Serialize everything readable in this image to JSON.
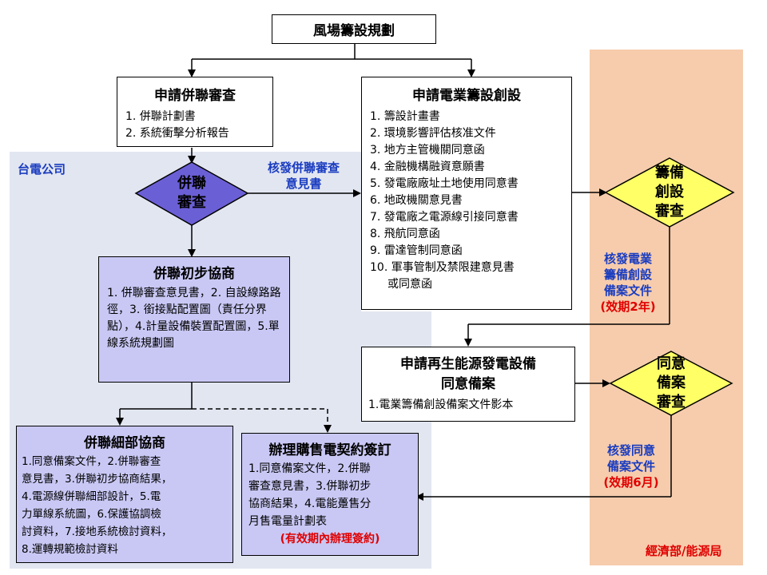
{
  "regions": {
    "taipower": "台電公司",
    "moea": "經濟部/能源局"
  },
  "top": {
    "title": "風場籌設規劃"
  },
  "apply_grid": {
    "title": "申請併聯審查",
    "items": [
      "1. 併聯計劃書",
      "2. 系統衝擊分析報告"
    ]
  },
  "apply_power": {
    "title": "申請電業籌設創設",
    "items": [
      "1. 籌設計畫書",
      "2. 環境影響評估核准文件",
      "3. 地方主管機關同意函",
      "4. 金融機構融資意願書",
      "5. 發電廠廠址土地使用同意書",
      "6. 地政機關意見書",
      "7. 發電廠之電源線引接同意書",
      "8. 飛航同意函",
      "9. 雷達管制同意函",
      "10. 軍事管制及禁限建意見書",
      "或同意函"
    ]
  },
  "grid_review": {
    "line1": "併聯",
    "line2": "審查"
  },
  "grid_review_out": {
    "line1": "核發併聯審查",
    "line2": "意見書"
  },
  "prelim": {
    "title": "併聯初步協商",
    "body": "1. 併聯審查意見書，2. 自設線路路徑，3. 銜接點配置圖（責任分界點），4.計量設備裝置配置圖，5.單線系統規劃圖"
  },
  "prep_review": {
    "line1": "籌備",
    "line2": "創設",
    "line3": "審查"
  },
  "prep_out": {
    "line1": "核發電業",
    "line2": "籌備創設",
    "line3": "備案文件",
    "validity": "(效期2年)"
  },
  "apply_renew": {
    "title_line1": "申請再生能源發電設備",
    "title_line2": "同意備案",
    "item": "1.電業籌備創設備案文件影本"
  },
  "agree_review": {
    "line1": "同意",
    "line2": "備案",
    "line3": "審查"
  },
  "agree_out": {
    "line1": "核發同意",
    "line2": "備案文件",
    "validity": "(效期6月)"
  },
  "detail": {
    "title": "併聯細部協商",
    "lines": [
      "1.同意備案文件，2.併聯審查",
      "意見書，3.併聯初步協商結果，",
      "4.電源線併聯細部設計，5.電",
      "力單線系統圖，6.保護協調檢",
      "討資料，7.接地系統檢討資料，",
      "8.運轉規範檢討資料"
    ]
  },
  "ppa": {
    "title": "辦理購售電契約簽訂",
    "lines": [
      "1.同意備案文件，2.併聯",
      "審查意見書，3.併聯初步",
      "協商結果，4.電能躉售分",
      "月售電量計劃表"
    ],
    "note": "(有效期內辦理簽約)"
  },
  "colors": {
    "taipower_bg": "#e2e6f1",
    "moea_bg": "#f6ccac",
    "purple_box": "#c9c8f5",
    "grid_diamond": "#6b5fd6",
    "yellow_diamond": "#ffff66",
    "label_blue": "#1a3cc0",
    "label_red": "#e00000"
  }
}
